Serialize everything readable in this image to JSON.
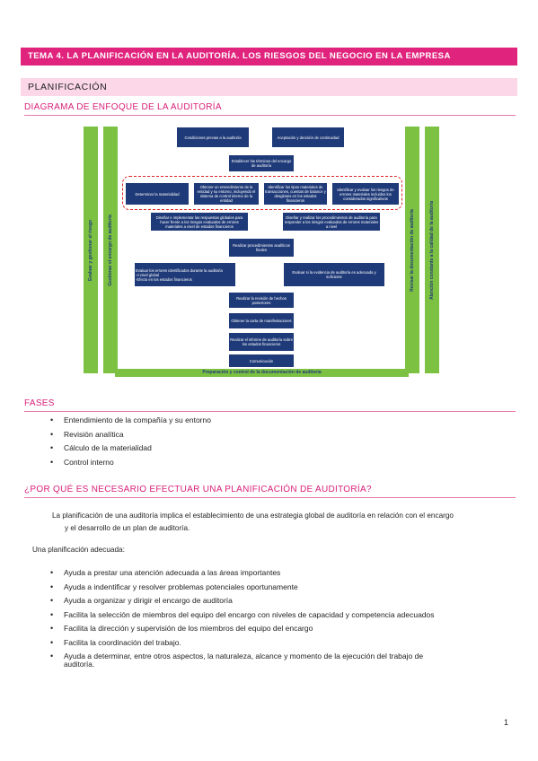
{
  "header": {
    "title": "TEMA 4. LA PLANIFICACIÓN EN LA AUDITORÍA. LOS RIESGOS DEL NEGOCIO EN LA EMPRESA"
  },
  "section": {
    "title": "PLANIFICACIÓN"
  },
  "diagram_heading": "DIAGRAMA DE ENFOQUE DE LA AUDITORÍA",
  "diagram": {
    "side_left_1": "Evaluar y gestionar el riesgo",
    "side_left_2": "Gestionar el encargo de auditoría",
    "side_right_1": "Revisar la documentación de auditoría",
    "side_right_2": "Atención constante a la calidad de la auditoría",
    "b1": "Condiciones previas a la auditoría",
    "b2": "Aceptación y decisión de continuidad",
    "b3": "Establecer los términos del encargo de auditoría",
    "b4": "Determinar la materialidad",
    "b5": "Obtener un entendimiento de la entidad y su entorno, incluyendo el sistema de control interno de la entidad",
    "b6": "Identificar los tipos materiales de transacciones, cuentas de balance y desgloses en los estados financieros",
    "b7": "Identificar y evaluar los riesgos de errores materiales incluidos los considerados significativos",
    "b8": "Diseñar e implementar las respuestas globales para hacer frente a los riesgos evaluados de errores materiales a nivel de estados financieros",
    "b9": "Diseñar y realizar los procedimientos de auditoría para responder a los riesgos evaluados de errores materiales a nivel",
    "b10": "Realizar procedimientos analíticos finales",
    "b11": "Evaluar los errores identificados durante la auditoría\n-A nivel global\n-Efecto en los estados financieros",
    "b12": "Evaluar si la evidencia de auditoría es adecuada y suficiente",
    "b13": "Realizar la revisión de hechos posteriores",
    "b14": "Obtener la carta de manifestaciones",
    "b15": "Realizar el informe de auditoría sobre los estados financieros",
    "b16": "Comunicación",
    "bottom": "Preparación y control de la documentación de auditoría"
  },
  "fases": {
    "heading": "FASES",
    "items": [
      "Entendimiento de la compañía y su entorno",
      "Revisión analítica",
      "Cálculo de la materialidad",
      "Control interno"
    ]
  },
  "porque": {
    "heading": "¿POR QUÉ ES NECESARIO EFECTUAR UNA PLANIFICACIÓN DE AUDITORÍA?",
    "para1_line1": "La planificación de una auditoría implica el establecimiento de una estrategia global de auditoría en relación con el encargo",
    "para1_line2": "y el desarrollo de un plan de auditoría.",
    "para2": "Una planificación adecuada:",
    "items": [
      "Ayuda a prestar una atención adecuada a las áreas importantes",
      "Ayuda a indentificar y resolver problemas potenciales oportunamente",
      "Ayuda a organizar y dirigir el encargo de auditoría",
      "Facilita la selección de miembros del equipo del encargo con niveles de capacidad y competencia adecuados",
      "Facilita la dirección y supervisión de los miembros del equipo del encargo",
      "Facilita la coordinación del trabajo.",
      "Ayuda a determinar, entre otros aspectos, la naturaleza, alcance y momento de la ejecución del trabajo de"
    ],
    "last_cont": "auditoría."
  },
  "page_number": "1"
}
